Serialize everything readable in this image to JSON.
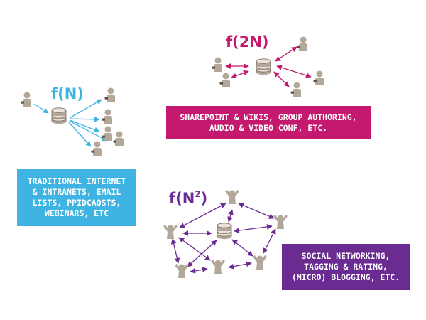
{
  "colors": {
    "blue": "#3fb4e3",
    "magenta": "#c4196e",
    "purple": "#6a2c91",
    "person": "#b3a79a",
    "dark": "#5a4d44"
  },
  "groups": [
    {
      "id": "one-to-many",
      "formula": "f(N)",
      "formula_sup": "",
      "color": "#3fb4e3",
      "label_lines": [
        "TRADITIONAL INTERNET",
        "& INTRANETS, EMAIL",
        "LISTS, PPIDCAQSTS,",
        "WEBINARS, ETC"
      ]
    },
    {
      "id": "many-to-many",
      "formula": "f(2N)",
      "formula_sup": "",
      "color": "#c4196e",
      "label_lines": [
        "SHAREPOINT & WIKIS, GROUP AUTHORING,",
        "AUDIO & VIDEO CONF, ETC."
      ]
    },
    {
      "id": "network",
      "formula": "f(N",
      "formula_sup": "2",
      "formula_end": ")",
      "color": "#6a2c91",
      "label_lines": [
        "SOCIAL NETWORKING,",
        "TAGGING & RATING,",
        "(MICRO) BLOGGING, ETC."
      ]
    }
  ]
}
